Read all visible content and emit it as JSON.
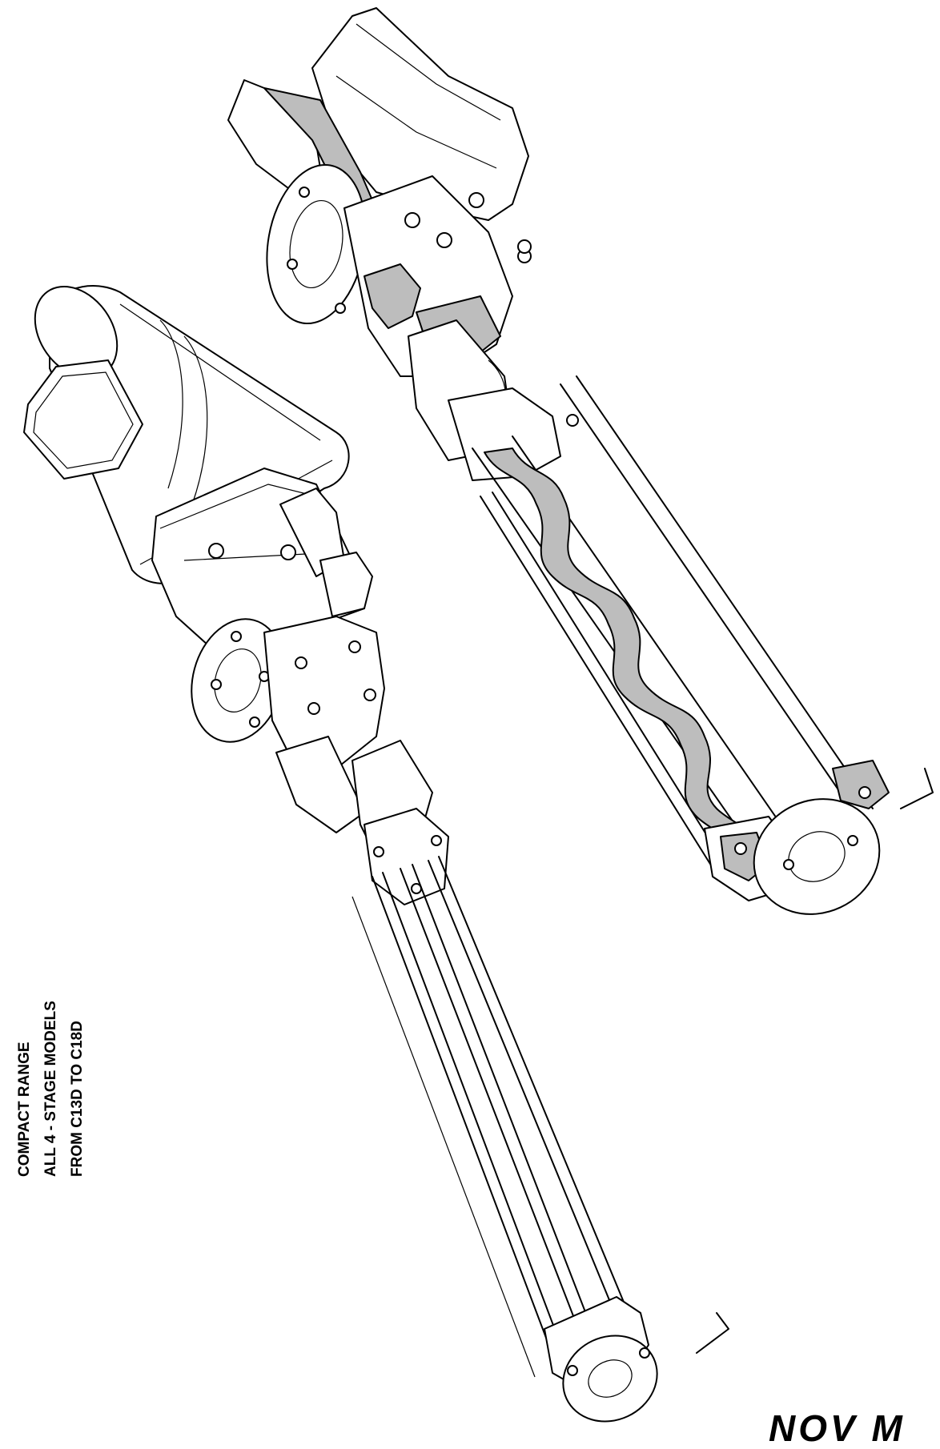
{
  "caption": {
    "line1": "COMPACT RANGE",
    "line2": "ALL 4 - STAGE MODELS",
    "line3": "FROM C13D TO C18D"
  },
  "brand": {
    "logo_text": "NOV M"
  },
  "colors": {
    "line": "#000000",
    "section_fill": "#bdbdbd",
    "background": "#ffffff"
  }
}
